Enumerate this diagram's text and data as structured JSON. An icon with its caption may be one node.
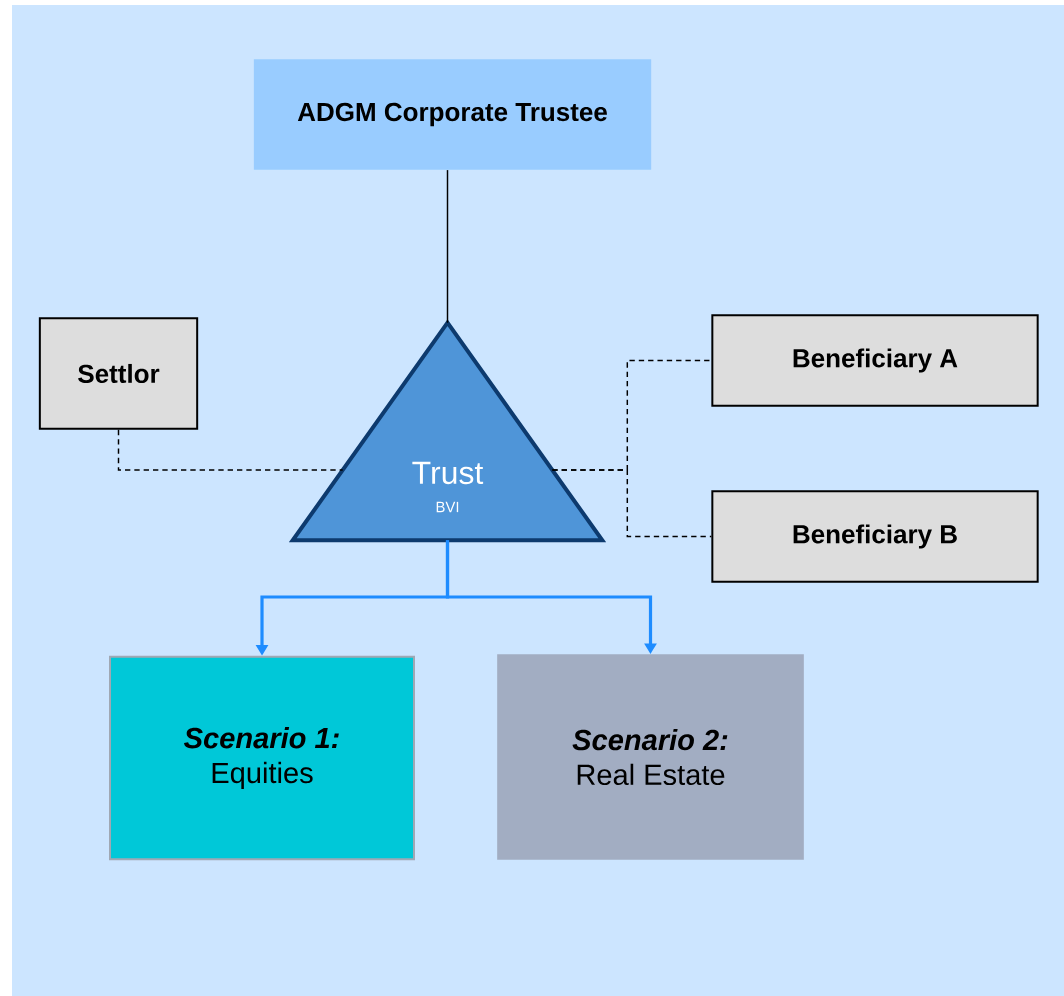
{
  "diagram": {
    "nodes": [
      {
        "text": [
          "ADGM Corporate Trustee"
        ]
      },
      {
        "text": [
          "Settlor"
        ]
      },
      {
        "text": [
          "Trust",
          "BVI"
        ]
      },
      {
        "text": [
          "Beneficiary A"
        ]
      },
      {
        "text": [
          "Beneficiary B"
        ]
      },
      {
        "text": [
          "Scenario 1:",
          "Equities"
        ]
      },
      {
        "text": [
          "Scenario 2:",
          "Real Estate"
        ]
      }
    ],
    "edges": [
      {
        "from": 0,
        "to": 2,
        "arrow": "none"
      },
      {
        "from": 1,
        "to": 2,
        "arrow": "none",
        "style": "dashed"
      },
      {
        "from": 2,
        "to": 3,
        "arrow": "none",
        "style": "dashed"
      },
      {
        "from": 2,
        "to": 4,
        "arrow": "none",
        "style": "dashed"
      },
      {
        "from": 2,
        "to": 5,
        "arrow": "to",
        "style": "thick",
        "color": "#1e8cff"
      },
      {
        "from": 2,
        "to": 6,
        "arrow": "to",
        "style": "thick",
        "color": "#1e8cff"
      }
    ]
  }
}
